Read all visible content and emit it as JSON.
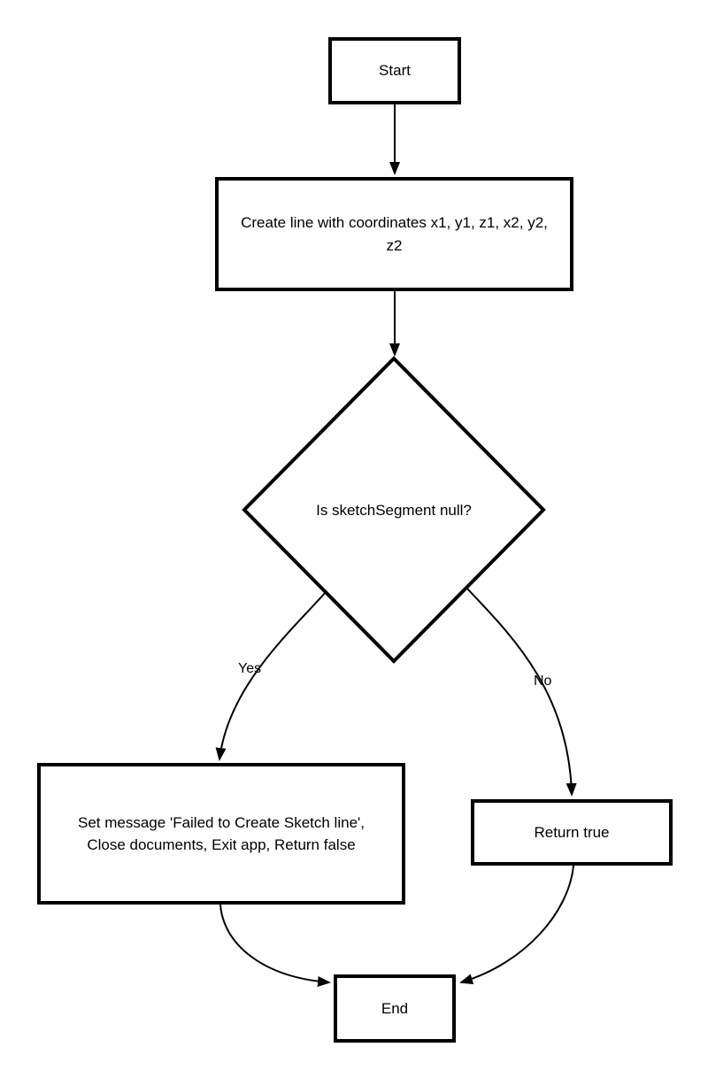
{
  "colors": {
    "background": "#ffffff",
    "stroke": "#000000",
    "text": "#000000"
  },
  "flowchart": {
    "nodes": {
      "start": {
        "type": "process",
        "label": "Start"
      },
      "create_line": {
        "type": "process",
        "lines": [
          "Create line with coordinates x1, y1, z1, x2, y2,",
          "z2"
        ]
      },
      "decision": {
        "type": "decision",
        "label": "Is sketchSegment null?"
      },
      "fail": {
        "type": "process",
        "lines": [
          "Set message 'Failed to Create Sketch line',",
          "Close documents, Exit app, Return false"
        ]
      },
      "return_true": {
        "type": "process",
        "label": "Return true"
      },
      "end": {
        "type": "process",
        "label": "End"
      }
    },
    "edges": {
      "yes": {
        "label": "Yes"
      },
      "no": {
        "label": "No"
      }
    }
  }
}
